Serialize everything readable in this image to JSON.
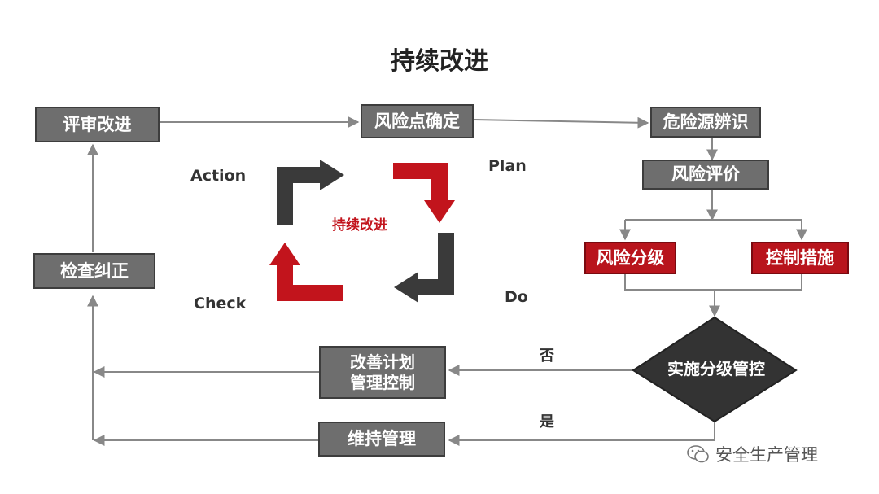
{
  "title": "持续改进",
  "boxes": {
    "review_improve": "评审改进",
    "risk_point": "风险点确定",
    "hazard_identify": "危险源辨识",
    "risk_evaluate": "风险评价",
    "risk_grade": "风险分级",
    "control_measures": "控制措施",
    "inspect_correct": "检查纠正",
    "improve_plan_line1": "改善计划",
    "improve_plan_line2": "管理控制",
    "maintain": "维持管理"
  },
  "decision": "实施分级管控",
  "pdca": {
    "action": "Action",
    "plan": "Plan",
    "check": "Check",
    "do": "Do",
    "center": "持续改进"
  },
  "labels": {
    "no": "否",
    "yes": "是"
  },
  "watermark": "安全生产管理",
  "colors": {
    "box_gray": "#6e6e6e",
    "box_red": "#b8141c",
    "dark_arrow": "#3a3a3a",
    "red_arrow": "#c2141c",
    "line": "#888888"
  }
}
